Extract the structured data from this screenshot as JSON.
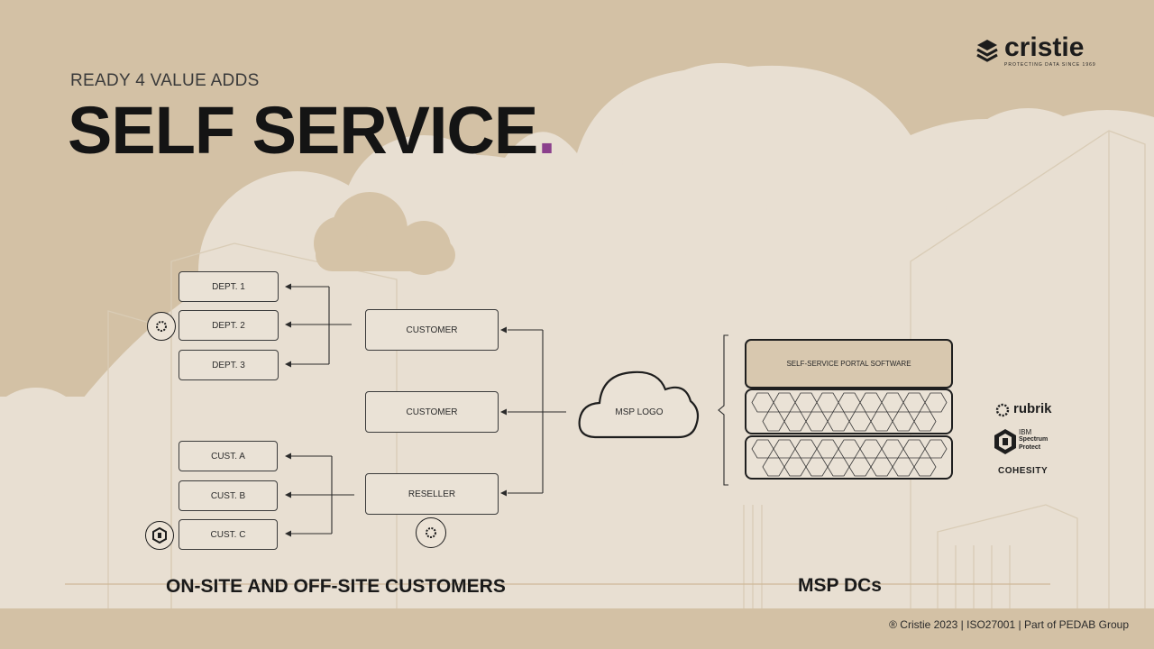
{
  "header": {
    "subtitle": "READY 4 VALUE ADDS",
    "title": "SELF SERVICE",
    "title_dot": "."
  },
  "brand": {
    "name": "cristie",
    "tagline": "PROTECTING DATA SINCE 1969"
  },
  "diagram": {
    "left_nodes": {
      "depts": [
        "DEPT. 1",
        "DEPT. 2",
        "DEPT. 3"
      ],
      "custs": [
        "CUST. A",
        "CUST. B",
        "CUST. C"
      ]
    },
    "middle_nodes": [
      "CUSTOMER",
      "CUSTOMER",
      "RESELLER"
    ],
    "cloud_label": "MSP LOGO",
    "portal_label": "SELF-SERVICE PORTAL SOFTWARE",
    "vendors": {
      "rubrik": "rubrik",
      "ibm_line1": "IBM",
      "ibm_line2": "Spectrum",
      "ibm_line3": "Protect",
      "cohesity": "COHESITY"
    }
  },
  "labels": {
    "customers": "ON-SITE AND OFF-SITE CUSTOMERS",
    "msp": "MSP DCs"
  },
  "footer": "® Cristie 2023 | ISO27001 | Part of PEDAB Group",
  "colors": {
    "background": "#d3c1a5",
    "panel": "#e8dfd2",
    "accent": "#8b3f8c",
    "portal": "#d8c8af"
  }
}
